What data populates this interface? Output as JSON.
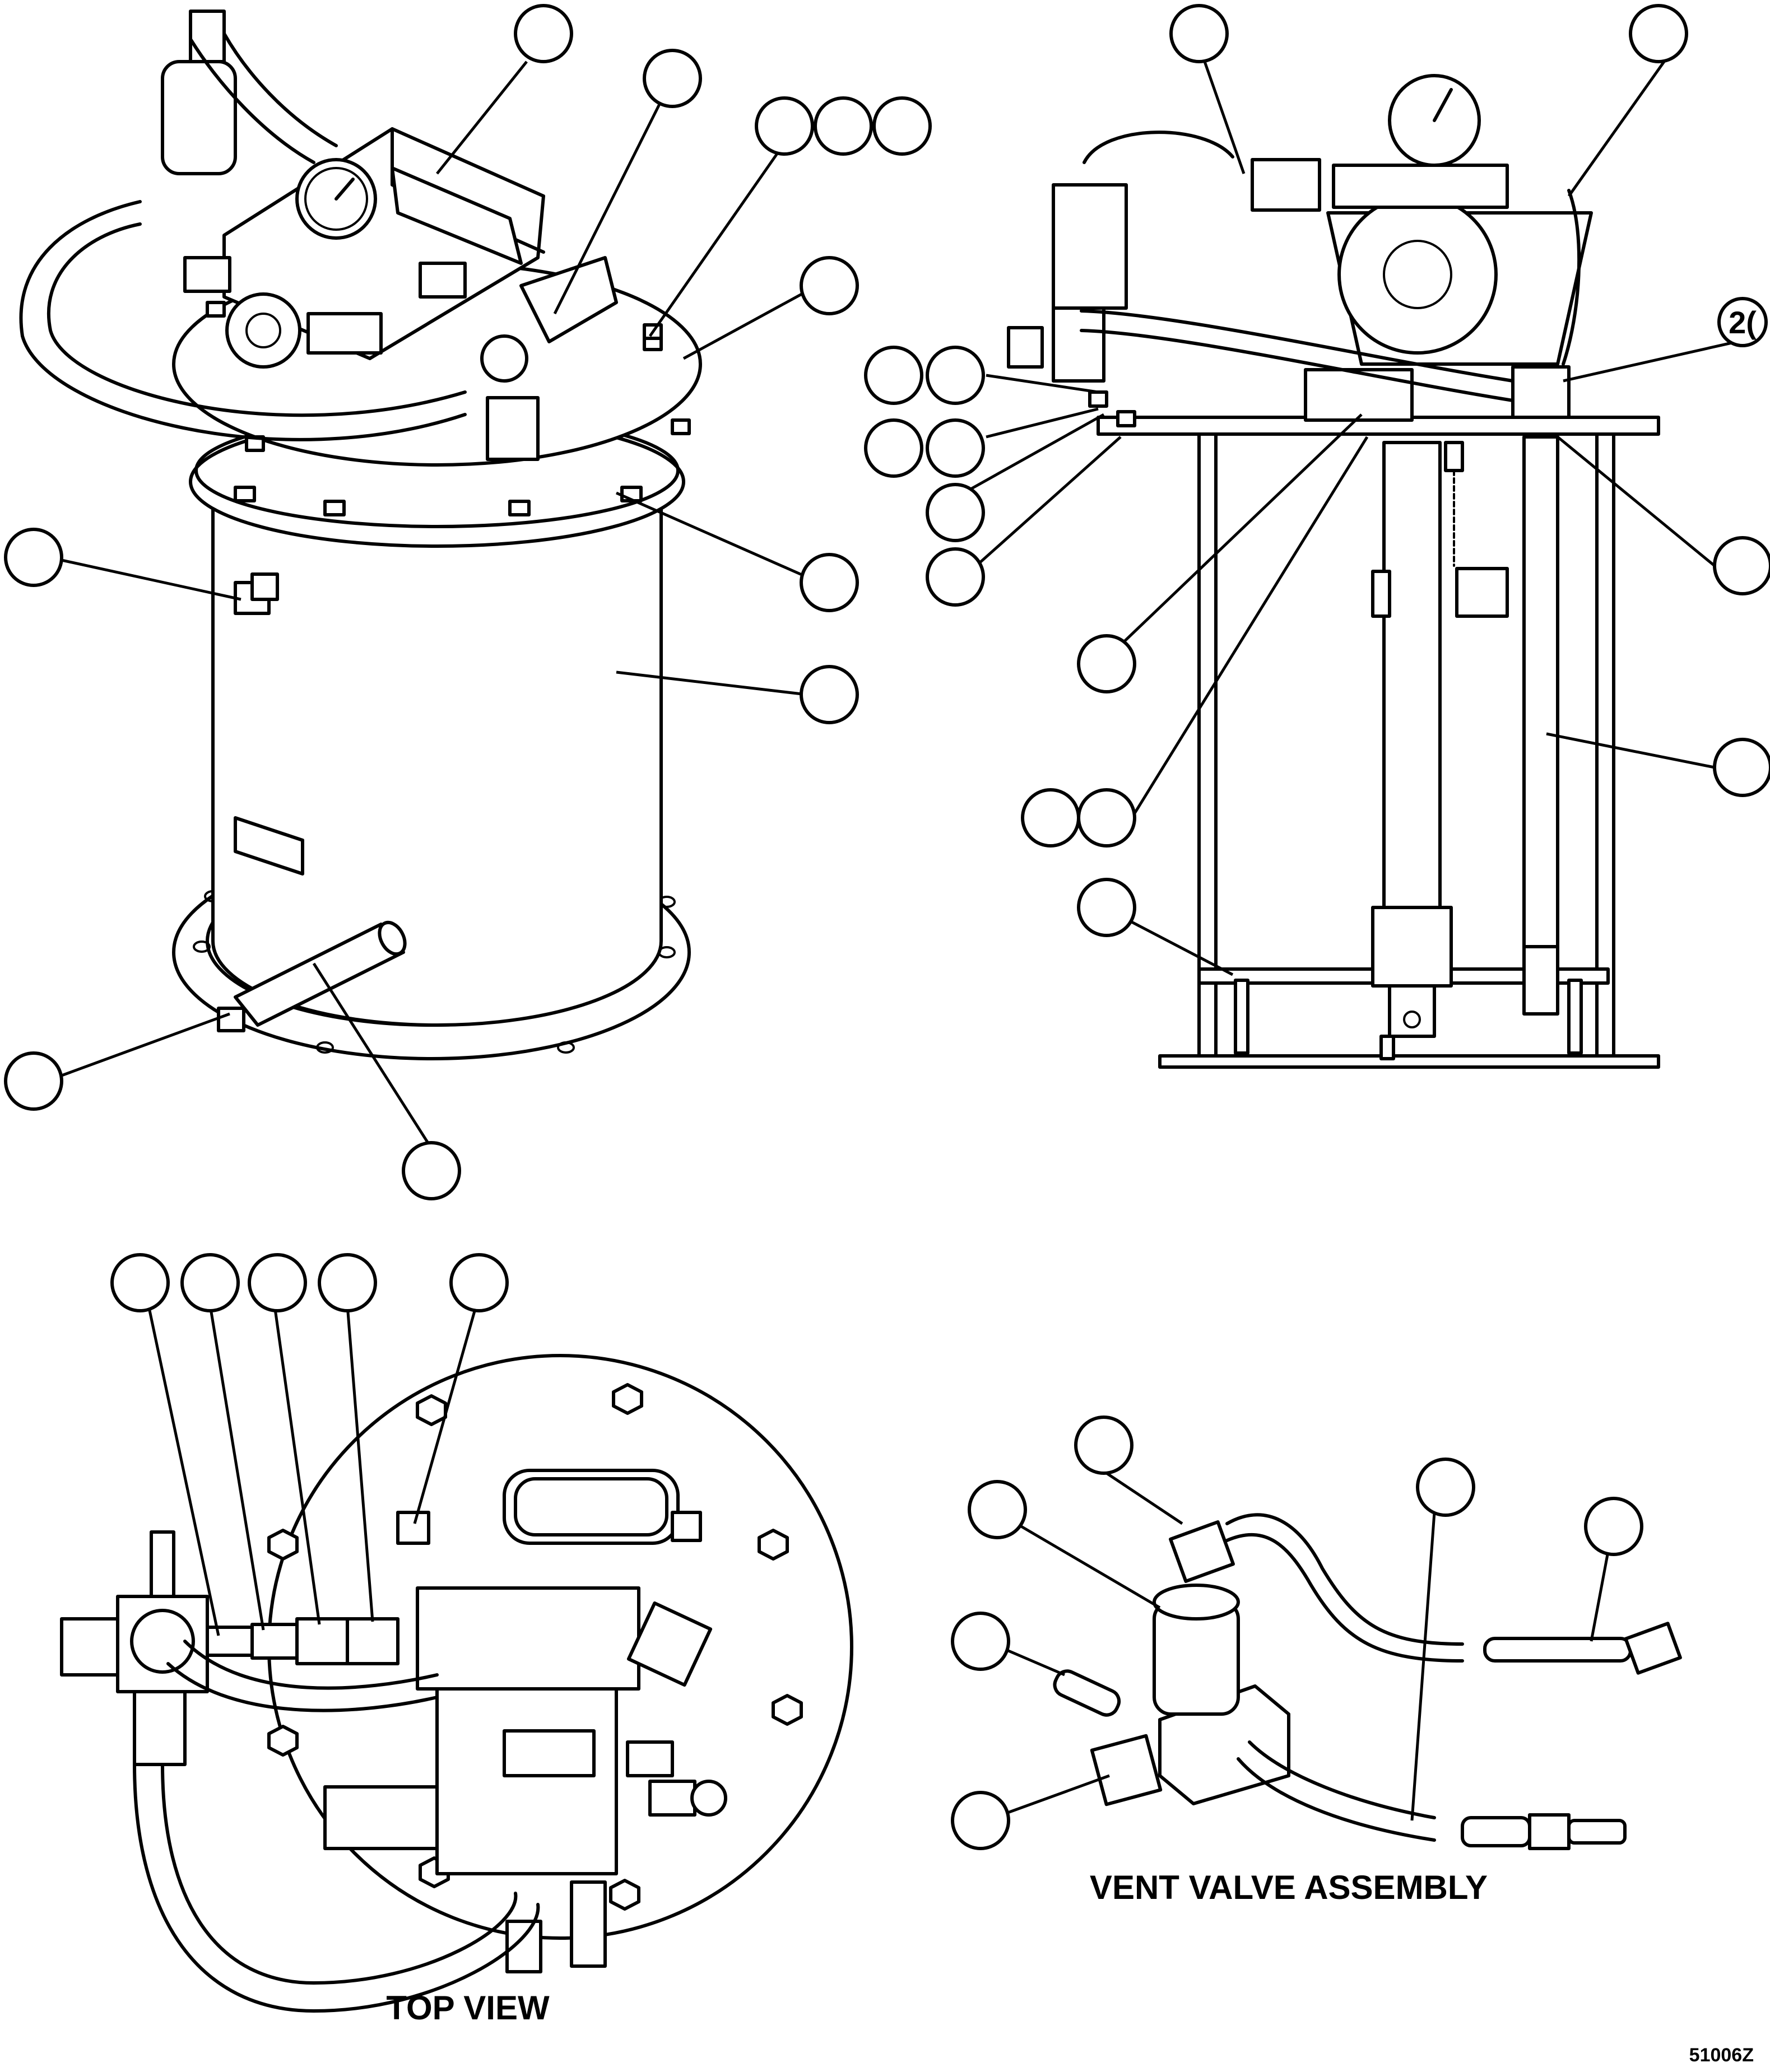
{
  "captions": {
    "top_view": "TOP VIEW",
    "vent_valve_assembly": "VENT VALVE ASSEMBLY"
  },
  "drawing_number": "51006Z",
  "callouts": {
    "partial_label": "2("
  }
}
